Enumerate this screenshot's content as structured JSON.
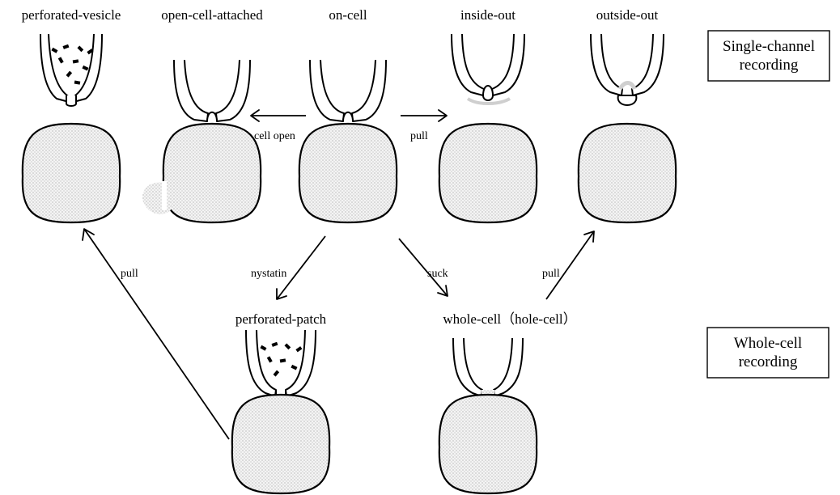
{
  "labels": {
    "perforated_vesicle": "perforated-vesicle",
    "open_cell_attached": "open-cell-attached",
    "on_cell": "on-cell",
    "inside_out": "inside-out",
    "outside_out": "outside-out",
    "perforated_patch": "perforated-patch",
    "whole_cell": "whole-cell（hole-cell）"
  },
  "arrows": {
    "cell_open": "cell open",
    "pull_inside_out": "pull",
    "nystatin": "nystatin",
    "suck": "suck",
    "pull_left": "pull",
    "pull_right": "pull"
  },
  "categories": {
    "single_channel_line1": "Single-channel",
    "single_channel_line2": "recording",
    "whole_cell_line1": "Whole-cell",
    "whole_cell_line2": "recording"
  }
}
